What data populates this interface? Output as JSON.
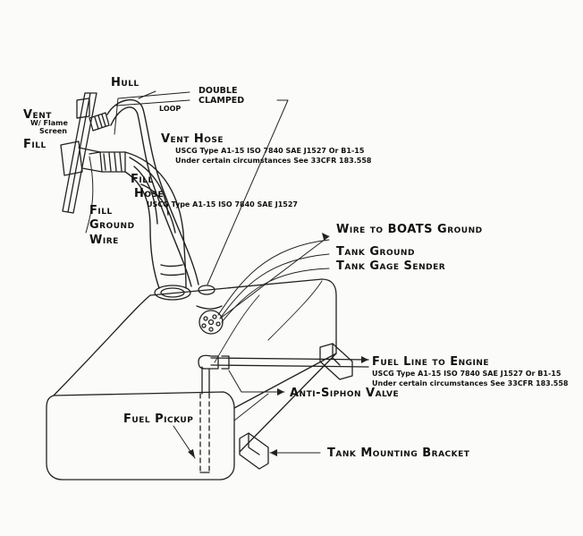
{
  "labels": {
    "hull": "Hull",
    "double_clamped_line1": "DOUBLE",
    "double_clamped_line2": "CLAMPED",
    "loop": "LOOP",
    "vent": "Vent",
    "vent_sub1": "W/ Flame",
    "vent_sub2": "Screen",
    "fill": "Fill",
    "vent_hose": "Vent Hose",
    "vent_hose_spec1": "USCG Type A1-15 ISO 7840 SAE J1527 Or B1-15",
    "vent_hose_spec2": "Under certain circumstances See 33CFR 183.558",
    "fill_hose_1": "Fill",
    "fill_hose_2": "Hose",
    "fill_hose_spec": "USCG Type A1-15   ISO 7840     SAE J1527",
    "fill_ground_1": "Fill",
    "fill_ground_2": "Ground",
    "fill_ground_3": "Wire",
    "wire_to_ground": "Wire to BOATS Ground",
    "tank_ground": "Tank Ground",
    "tank_gage_sender": "Tank Gage Sender",
    "fuel_line": "Fuel Line to Engine",
    "fuel_line_spec1": "USCG Type A1-15 ISO 7840 SAE J1527 Or B1-15",
    "fuel_line_spec2": "Under certain circumstances See 33CFR 183.558",
    "anti_siphon": "Anti-Siphon Valve",
    "fuel_pickup": "Fuel Pickup",
    "tank_bracket": "Tank Mounting Bracket"
  }
}
